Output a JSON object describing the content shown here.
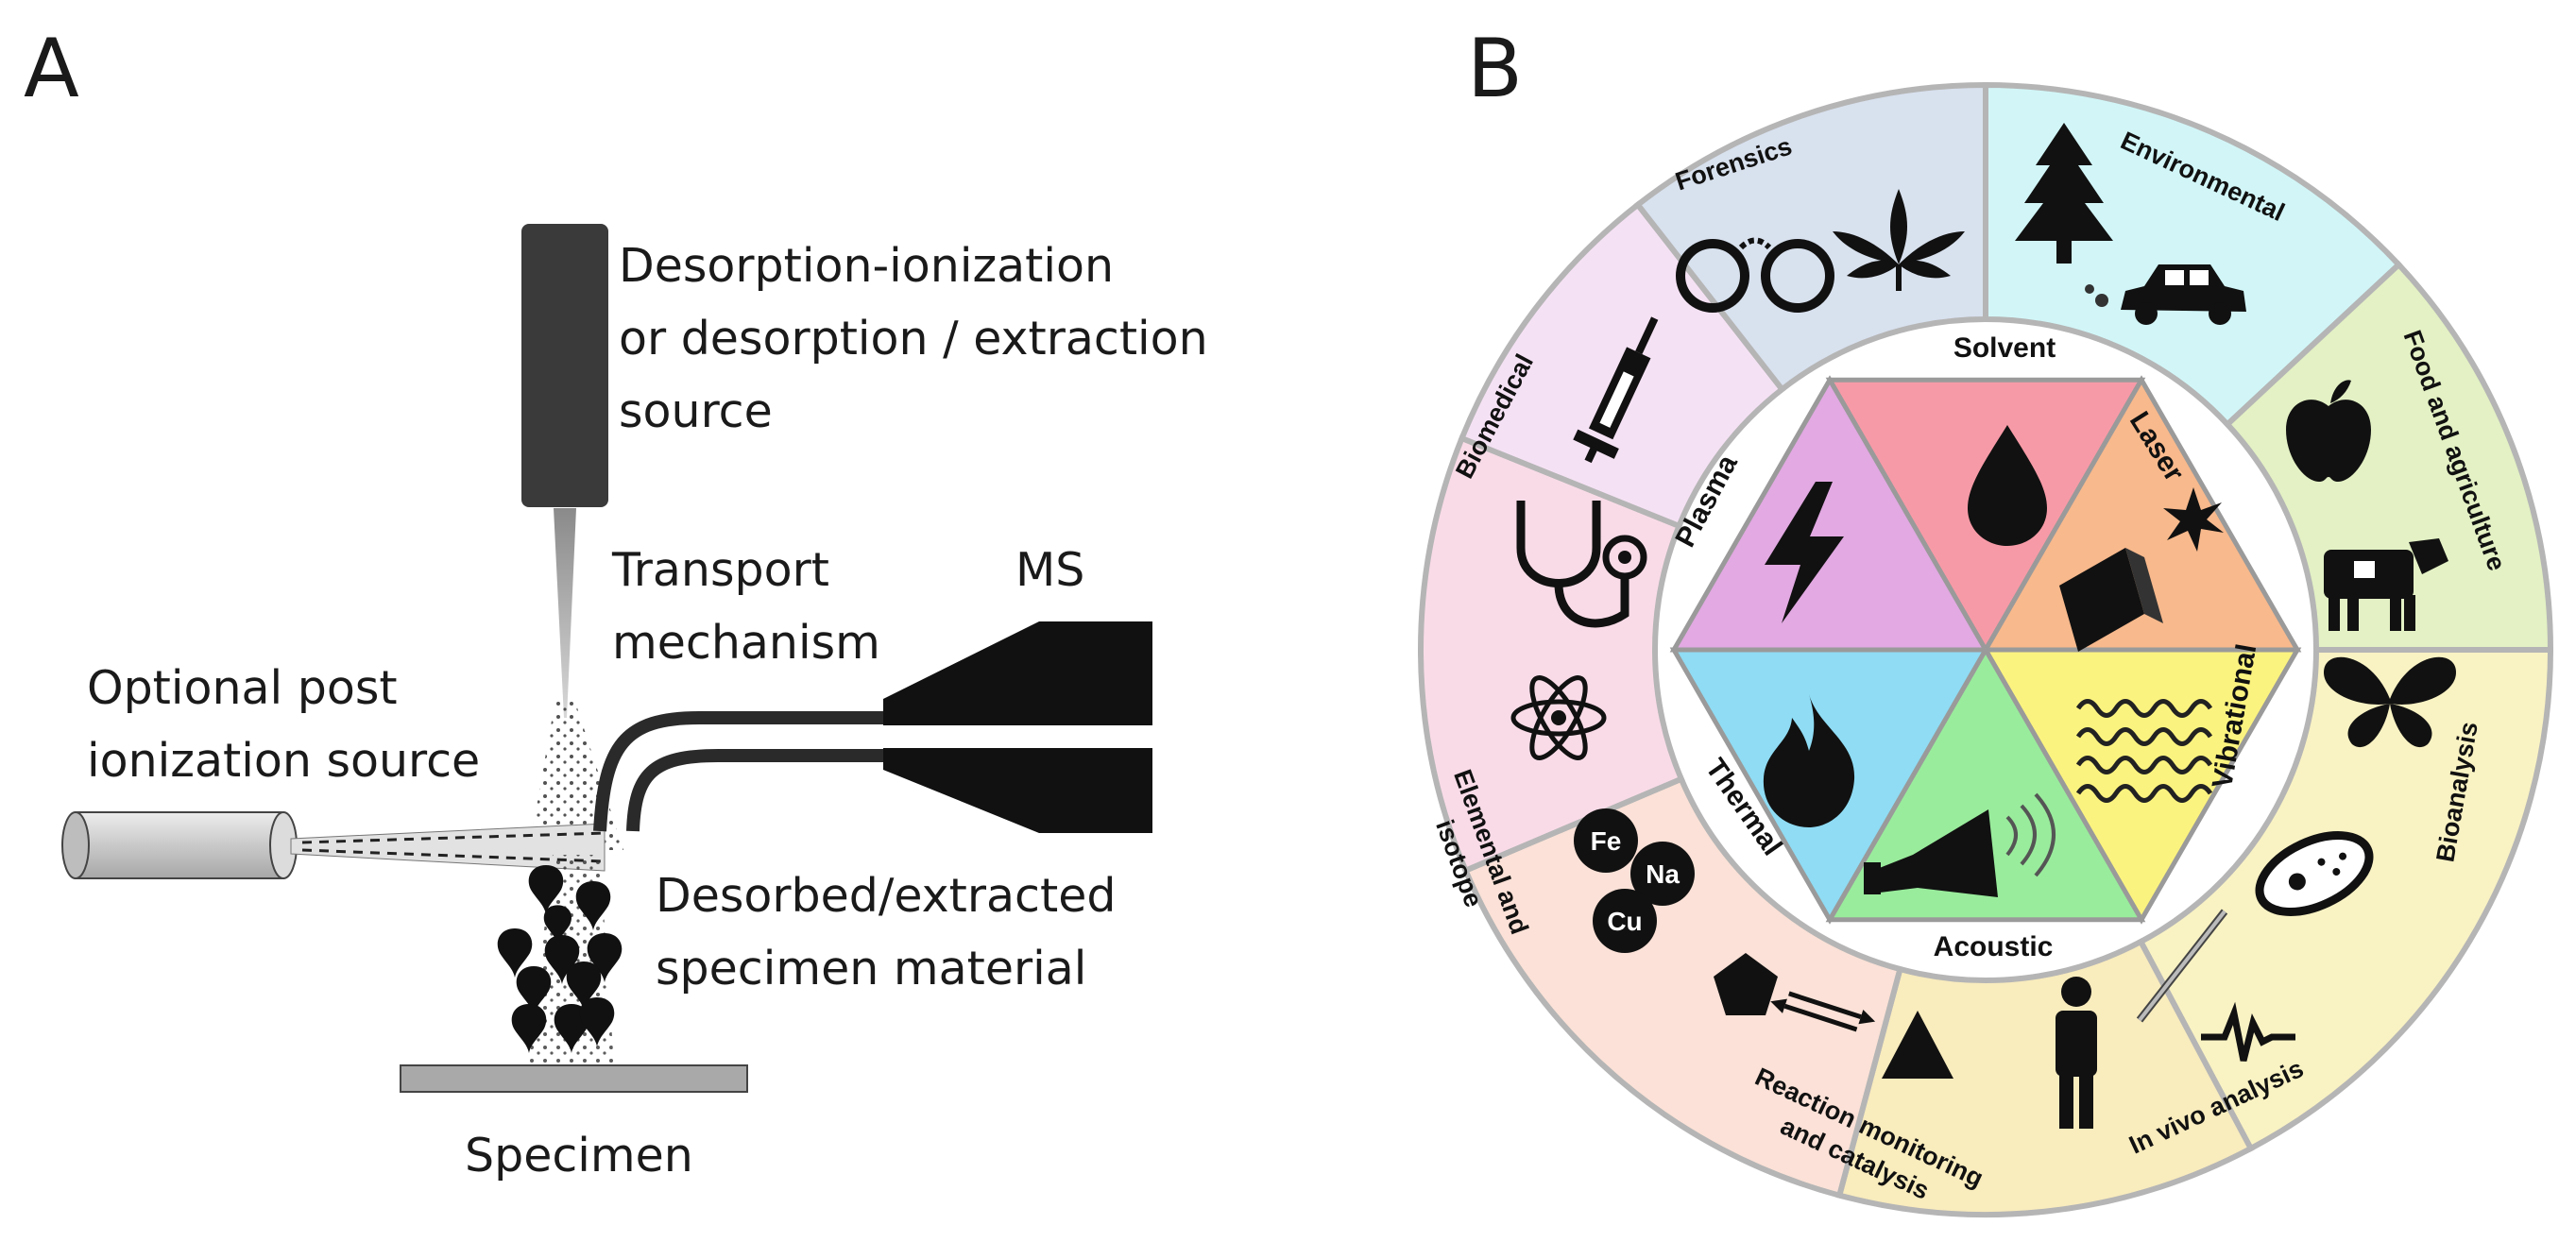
{
  "panelA": {
    "letter": "A",
    "source_label": [
      "Desorption-ionization",
      "or desorption / extraction",
      "source"
    ],
    "transport_label": [
      "Transport",
      "mechanism"
    ],
    "ms_label": "MS",
    "post_ion_label": [
      "Optional post",
      "ionization source"
    ],
    "material_label": [
      "Desorbed/extracted",
      "specimen material"
    ],
    "specimen_label": "Specimen"
  },
  "panelB": {
    "letter": "B",
    "inner_sectors": [
      {
        "label": "Solvent",
        "color": "#f79aa7",
        "icon": "droplet-icon"
      },
      {
        "label": "Laser",
        "color": "#f8b98c",
        "icon": "laser-icon"
      },
      {
        "label": "Vibrational",
        "color": "#fbf37f",
        "icon": "wave-icon"
      },
      {
        "label": "Acoustic",
        "color": "#99ec9c",
        "icon": "megaphone-icon"
      },
      {
        "label": "Thermal",
        "color": "#8fdcf4",
        "icon": "flame-icon"
      },
      {
        "label": "Plasma",
        "color": "#e2a9e2",
        "icon": "lightning-icon"
      }
    ],
    "outer_sectors": [
      {
        "label": "Environmental",
        "color": "#d2f6f8",
        "icons": [
          "tree-icon",
          "car-icon"
        ]
      },
      {
        "label": "Food and agriculture",
        "color": "#e3f1c4",
        "icons": [
          "apple-icon",
          "cow-icon"
        ]
      },
      {
        "label": "Bioanalysis",
        "color": "#f9f2c3",
        "icons": [
          "butterfly-icon",
          "cell-icon"
        ]
      },
      {
        "label": "In vivo analysis",
        "color": "#f9ecbd",
        "icons": [
          "person-icon",
          "probe-icon",
          "pulse-icon"
        ]
      },
      {
        "label": "Reaction monitoring",
        "label2": "and catalysis",
        "color": "#fbe1d7",
        "icons": [
          "pentagon-icon",
          "arrows-icon",
          "triangle-icon"
        ]
      },
      {
        "label": "Elemental and",
        "label2": "isotope",
        "color": "#f9dbe7",
        "icons": [
          "atom-icon",
          "element-spheres-icon"
        ]
      },
      {
        "label": "Biomedical",
        "color": "#f5e1f4",
        "icons": [
          "syringe-icon",
          "stethoscope-icon"
        ]
      },
      {
        "label": "Forensics",
        "color": "#d8e1ee",
        "icons": [
          "handcuffs-icon",
          "leaf-icon"
        ]
      }
    ],
    "elements": [
      "Fe",
      "Na",
      "Cu"
    ]
  }
}
